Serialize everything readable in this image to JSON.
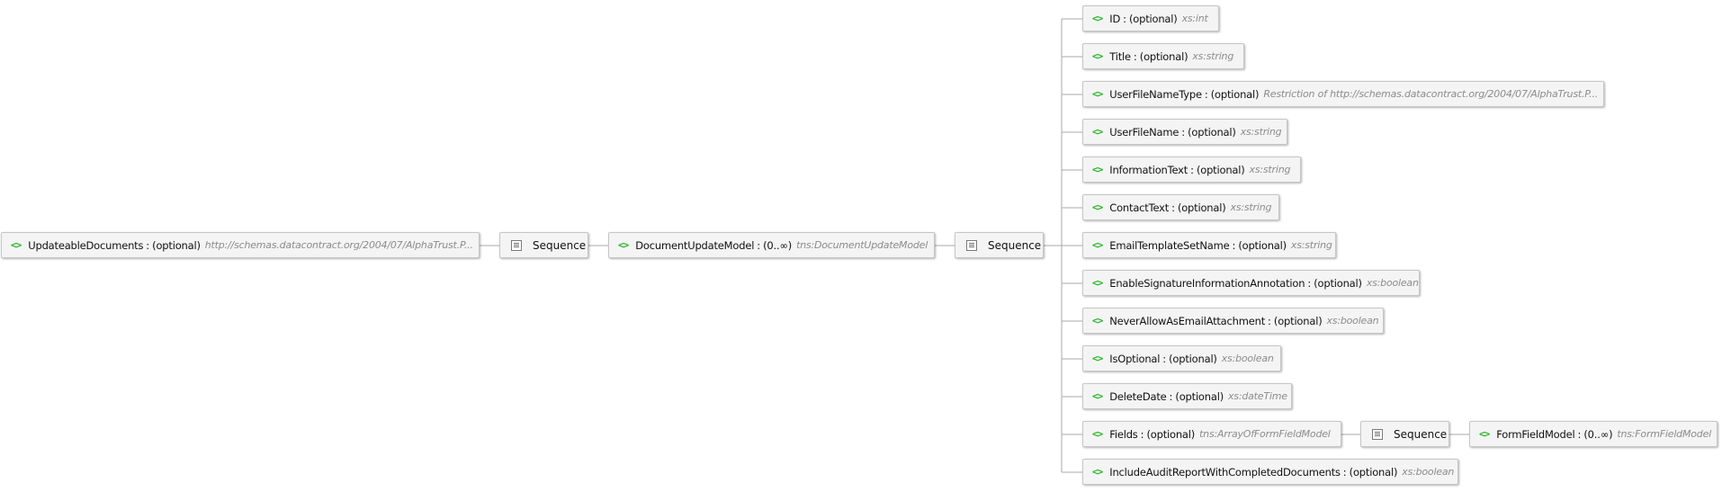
{
  "diagram": {
    "root": {
      "name": "UpdateableDocuments",
      "occurrence": "(optional)",
      "type": "http://schemas.datacontract.org/2004/07/AlphaTrust.P..."
    },
    "sequence_label": "Sequence",
    "model": {
      "name": "DocumentUpdateModel",
      "occurrence": "(0..∞)",
      "type": "tns:DocumentUpdateModel"
    },
    "children": [
      {
        "name": "ID",
        "occurrence": "(optional)",
        "type": "xs:int"
      },
      {
        "name": "Title",
        "occurrence": "(optional)",
        "type": "xs:string"
      },
      {
        "name": "UserFileNameType",
        "occurrence": "(optional)",
        "type": "Restriction of http://schemas.datacontract.org/2004/07/AlphaTrust.P..."
      },
      {
        "name": "UserFileName",
        "occurrence": "(optional)",
        "type": "xs:string"
      },
      {
        "name": "InformationText",
        "occurrence": "(optional)",
        "type": "xs:string"
      },
      {
        "name": "ContactText",
        "occurrence": "(optional)",
        "type": "xs:string"
      },
      {
        "name": "EmailTemplateSetName",
        "occurrence": "(optional)",
        "type": "xs:string"
      },
      {
        "name": "EnableSignatureInformationAnnotation",
        "occurrence": "(optional)",
        "type": "xs:boolean"
      },
      {
        "name": "NeverAllowAsEmailAttachment",
        "occurrence": "(optional)",
        "type": "xs:boolean"
      },
      {
        "name": "IsOptional",
        "occurrence": "(optional)",
        "type": "xs:boolean"
      },
      {
        "name": "DeleteDate",
        "occurrence": "(optional)",
        "type": "xs:dateTime"
      },
      {
        "name": "Fields",
        "occurrence": "(optional)",
        "type": "tns:ArrayOfFormFieldModel"
      },
      {
        "name": "IncludeAuditReportWithCompletedDocuments",
        "occurrence": "(optional)",
        "type": "xs:boolean"
      }
    ],
    "fields_sequence_label": "Sequence",
    "form_field_model": {
      "name": "FormFieldModel",
      "occurrence": "(0..∞)",
      "type": "tns:FormFieldModel"
    }
  },
  "icons": {
    "element": "element-brackets-icon",
    "sequence": "sequence-icon"
  },
  "colors": {
    "element_icon": "#22b522",
    "node_background": "#f4f4f4",
    "node_border": "#c6c6c6",
    "connector": "#a8a8a8",
    "type_text": "#8c8c8c"
  }
}
